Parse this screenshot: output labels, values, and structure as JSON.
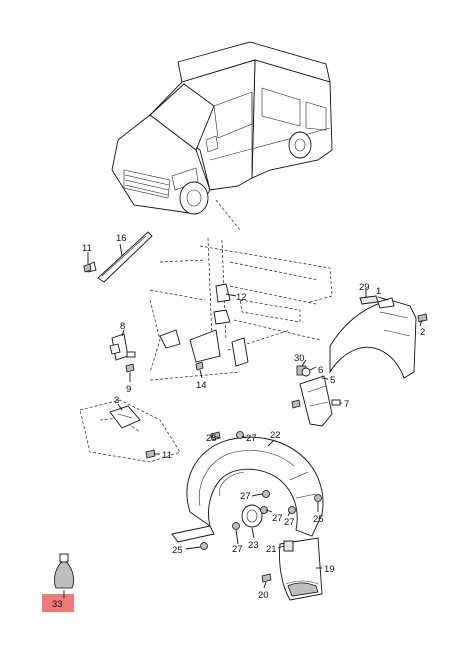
{
  "callouts": {
    "c1": "1",
    "c2": "2",
    "c3": "3",
    "c5": "5",
    "c6": "6",
    "c7": "7",
    "c8": "8",
    "c9": "9",
    "c11a": "11",
    "c11b": "11",
    "c12": "12",
    "c14": "14",
    "c16": "16",
    "c19": "19",
    "c20": "20",
    "c21": "21",
    "c22": "22",
    "c23": "23",
    "c25a": "25",
    "c25b": "25",
    "c25c": "25",
    "c27a": "27",
    "c27b": "27",
    "c27c": "27",
    "c27d": "27",
    "c27e": "27",
    "c29": "29",
    "c30": "30",
    "c33": "33"
  },
  "colors": {
    "line": "#111111",
    "highlight": "#f07a7a",
    "part_fill": "#e9e9e9",
    "dark_fill": "#bdbdbd"
  }
}
